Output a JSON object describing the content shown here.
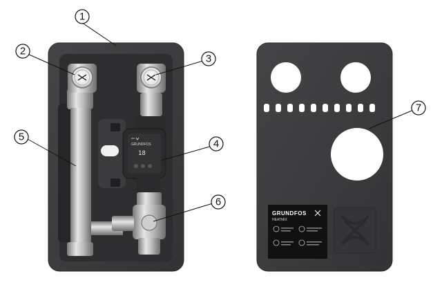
{
  "callouts": [
    {
      "id": "1",
      "label": "1"
    },
    {
      "id": "2",
      "label": "2"
    },
    {
      "id": "3",
      "label": "3"
    },
    {
      "id": "4",
      "label": "4"
    },
    {
      "id": "5",
      "label": "5"
    },
    {
      "id": "6",
      "label": "6"
    },
    {
      "id": "7",
      "label": "7"
    }
  ],
  "pump": {
    "brand": "GRUNDFOS",
    "display": "18"
  },
  "cover_label": {
    "brand": "GRUNDFOS",
    "model": "HEATMIX"
  },
  "colors": {
    "insulation": "#3a3a3c",
    "insulation_dark": "#2a2a2c",
    "metal": "#b8b8b8",
    "callout_line": "#111111"
  }
}
